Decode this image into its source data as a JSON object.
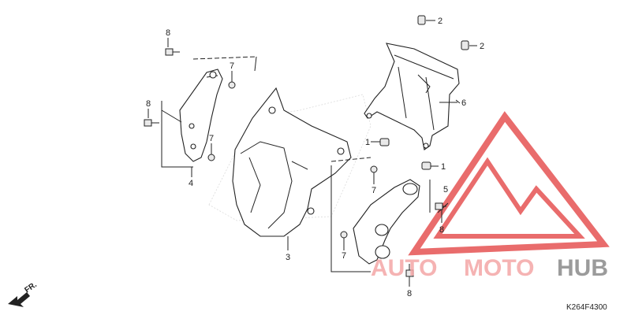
{
  "diagram": {
    "part_code": "K264F4300",
    "direction_label": "FR.",
    "watermark": {
      "part1": "AUTO",
      "part2": "MOTO",
      "part3": "HUB"
    },
    "callouts": {
      "c1a": "1",
      "c1b": "1",
      "c2a": "2",
      "c2b": "2",
      "c3": "3",
      "c4": "4",
      "c5": "5",
      "c6": "6",
      "c7a": "7",
      "c7b": "7",
      "c7c": "7",
      "c7d": "7",
      "c8a": "8",
      "c8b": "8",
      "c8c": "8",
      "c8d": "8"
    },
    "colors": {
      "watermark_red": "#e23b3b",
      "watermark_gray": "#8a8a8a",
      "line": "#222222"
    }
  }
}
